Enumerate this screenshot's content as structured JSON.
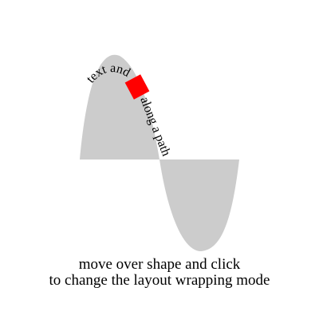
{
  "shape": {
    "fill_color": "#cccccc",
    "icon": "sine-wave-shape"
  },
  "path_text": {
    "first_segment": "text and",
    "inline_element_color": "#ff0000",
    "second_segment": "along a path"
  },
  "caption": {
    "line1": "move over shape and click",
    "line2": "to change the layout wrapping mode"
  }
}
